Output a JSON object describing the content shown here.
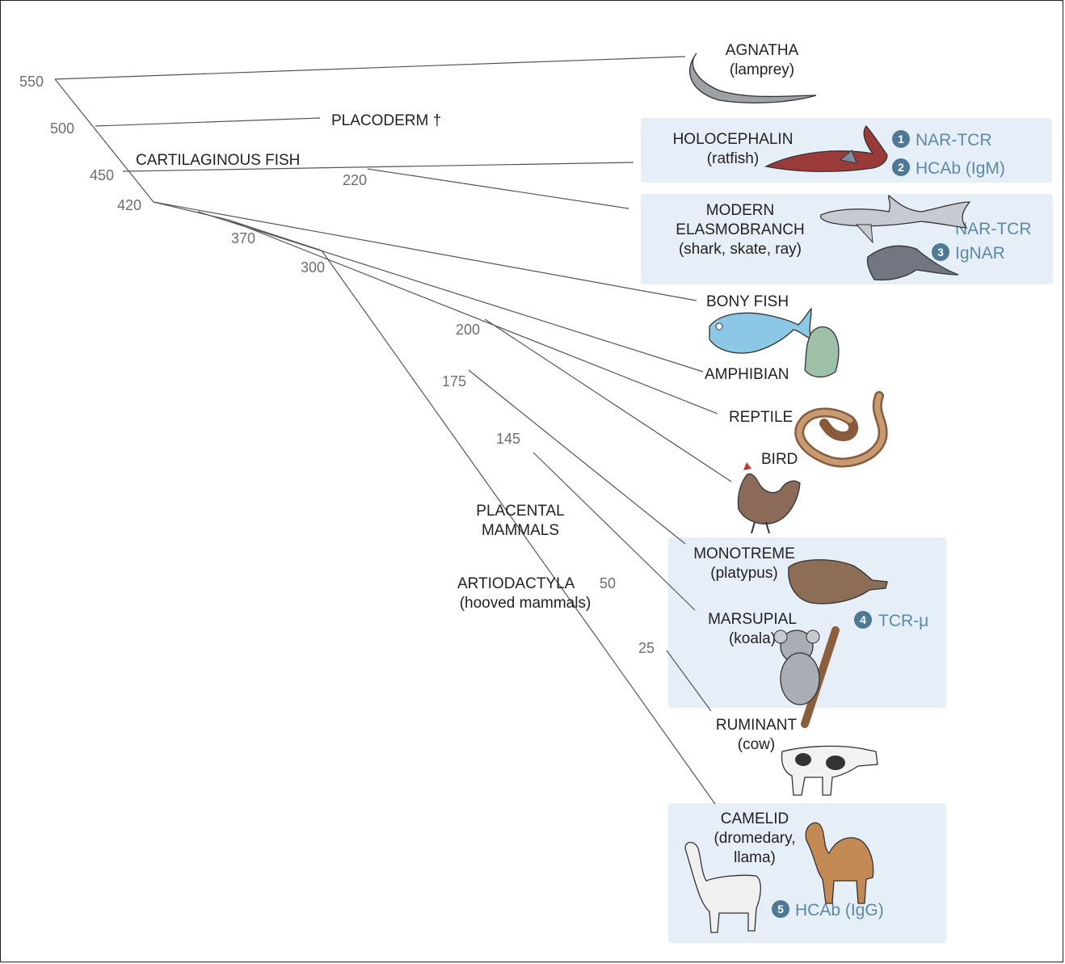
{
  "times": {
    "t550": "550",
    "t500": "500",
    "t450": "450",
    "t420": "420",
    "t220": "220",
    "t370": "370",
    "t300": "300",
    "t200": "200",
    "t175": "175",
    "t145": "145",
    "t50": "50",
    "t25": "25"
  },
  "clades": {
    "cartilaginous": "CARTILAGINOUS FISH",
    "placental_1": "PLACENTAL",
    "placental_2": "MAMMALS",
    "artiodactyla_1": "ARTIODACTYLA",
    "artiodactyla_2": "(hooved mammals)"
  },
  "taxa": {
    "agnatha": {
      "name": "AGNATHA",
      "sub": "(lamprey)"
    },
    "placoderm": {
      "name": "PLACODERM †"
    },
    "holocephalin": {
      "name": "HOLOCEPHALIN",
      "sub": "(ratfish)"
    },
    "elasmobranch": {
      "name1": "MODERN",
      "name2": "ELASMOBRANCH",
      "sub": "(shark, skate, ray)"
    },
    "bony_fish": {
      "name": "BONY FISH"
    },
    "amphibian": {
      "name": "AMPHIBIAN"
    },
    "reptile": {
      "name": "REPTILE"
    },
    "bird": {
      "name": "BIRD"
    },
    "monotreme": {
      "name": "MONOTREME",
      "sub": "(platypus)"
    },
    "marsupial": {
      "name": "MARSUPIAL",
      "sub": "(koala)"
    },
    "ruminant": {
      "name": "RUMINANT",
      "sub": "(cow)"
    },
    "camelid": {
      "name": "CAMELID",
      "sub1": "(dromedary,",
      "sub2": "llama)"
    }
  },
  "features": {
    "f1": {
      "num": "1",
      "label": "NAR-TCR"
    },
    "f2": {
      "num": "2",
      "label": "HCAb (IgM)"
    },
    "f_nar": {
      "label": "NAR-TCR"
    },
    "f3": {
      "num": "3",
      "label": "IgNAR"
    },
    "f4": {
      "num": "4",
      "label": "TCR-μ"
    },
    "f5": {
      "num": "5",
      "label": "HCAb (IgG)"
    }
  },
  "colors": {
    "box_fill": "#e6eef8",
    "feature_text": "#5b8aa6",
    "badge": "#4d7995",
    "branch": "#555555"
  }
}
